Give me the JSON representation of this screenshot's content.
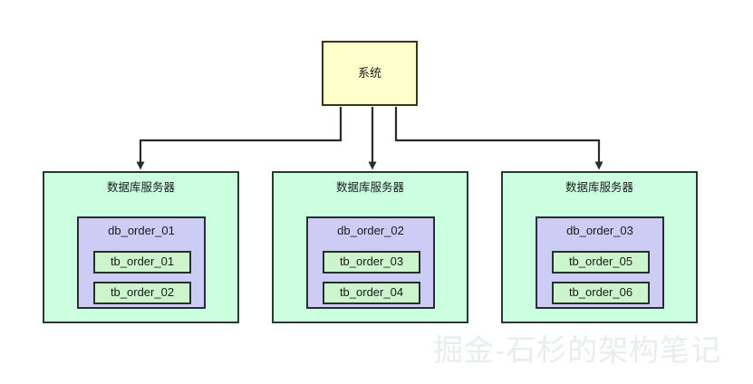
{
  "diagram": {
    "title_node": {
      "label": "系统",
      "fill": "#ffffcc",
      "stroke": "#36361f"
    },
    "watermark": "掘金-石杉的架构笔记",
    "colors": {
      "server_fill": "#ccffe0",
      "database_fill": "#ccccf5",
      "table_fill": "#ccf5cc",
      "stroke": "#2b2b2b",
      "background": "#ffffff"
    },
    "servers": [
      {
        "label": "数据库服务器",
        "database": {
          "label": "db_order_01",
          "tables": [
            {
              "label": "tb_order_01"
            },
            {
              "label": "tb_order_02"
            }
          ]
        }
      },
      {
        "label": "数据库服务器",
        "database": {
          "label": "db_order_02",
          "tables": [
            {
              "label": "tb_order_03"
            },
            {
              "label": "tb_order_04"
            }
          ]
        }
      },
      {
        "label": "数据库服务器",
        "database": {
          "label": "db_order_03",
          "tables": [
            {
              "label": "tb_order_05"
            },
            {
              "label": "tb_order_06"
            }
          ]
        }
      }
    ]
  }
}
